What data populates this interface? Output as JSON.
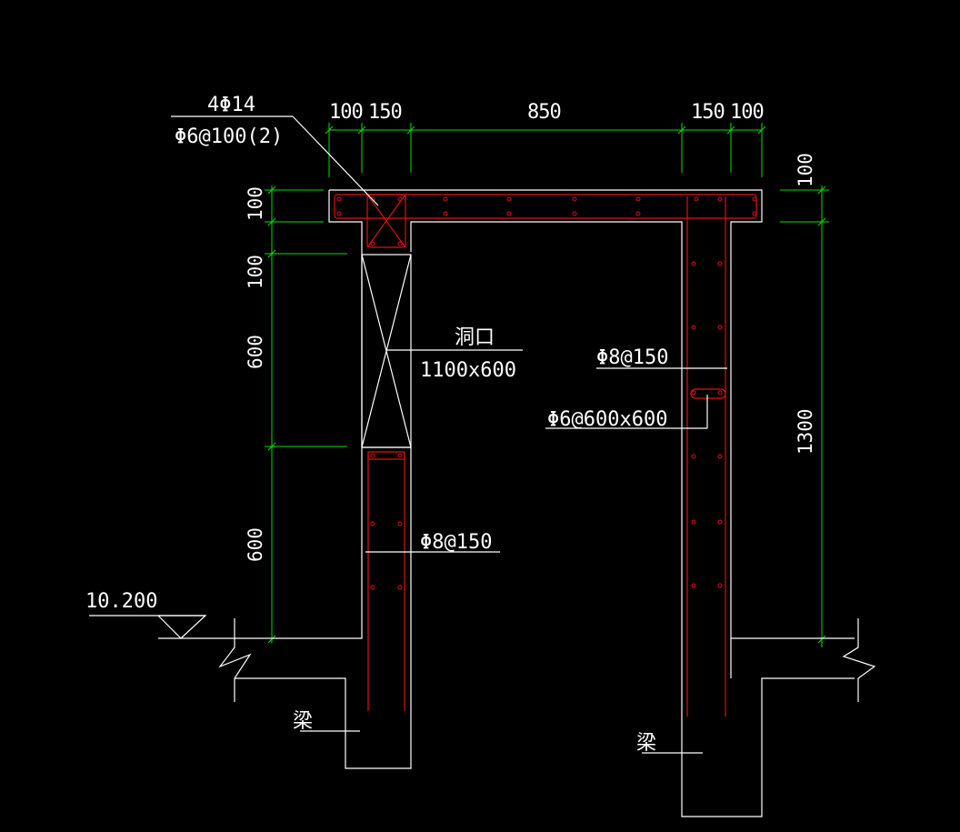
{
  "drawing": {
    "dims_top": {
      "d1": "100",
      "d2": "150",
      "d3": "850",
      "d4": "150",
      "d5": "100"
    },
    "dims_left": {
      "d1": "100",
      "d2": "100",
      "d3": "600",
      "d4": "600"
    },
    "dims_right": {
      "d1": "100",
      "d2": "1300"
    },
    "labels": {
      "top_rebar": "4Φ14",
      "top_stirrup": "Φ6@100(2)",
      "opening_title": "洞口",
      "opening_size": "1100x600",
      "left_stirrup": "Φ8@150",
      "right_stirrup": "Φ8@150",
      "right_tie": "Φ6@600x600",
      "elevation": "10.200",
      "beam_left": "梁",
      "beam_right": "梁"
    }
  },
  "colors": {
    "background": "#000000",
    "outline": "#ffffff",
    "dimension": "#00e000",
    "rebar": "#e01010"
  }
}
